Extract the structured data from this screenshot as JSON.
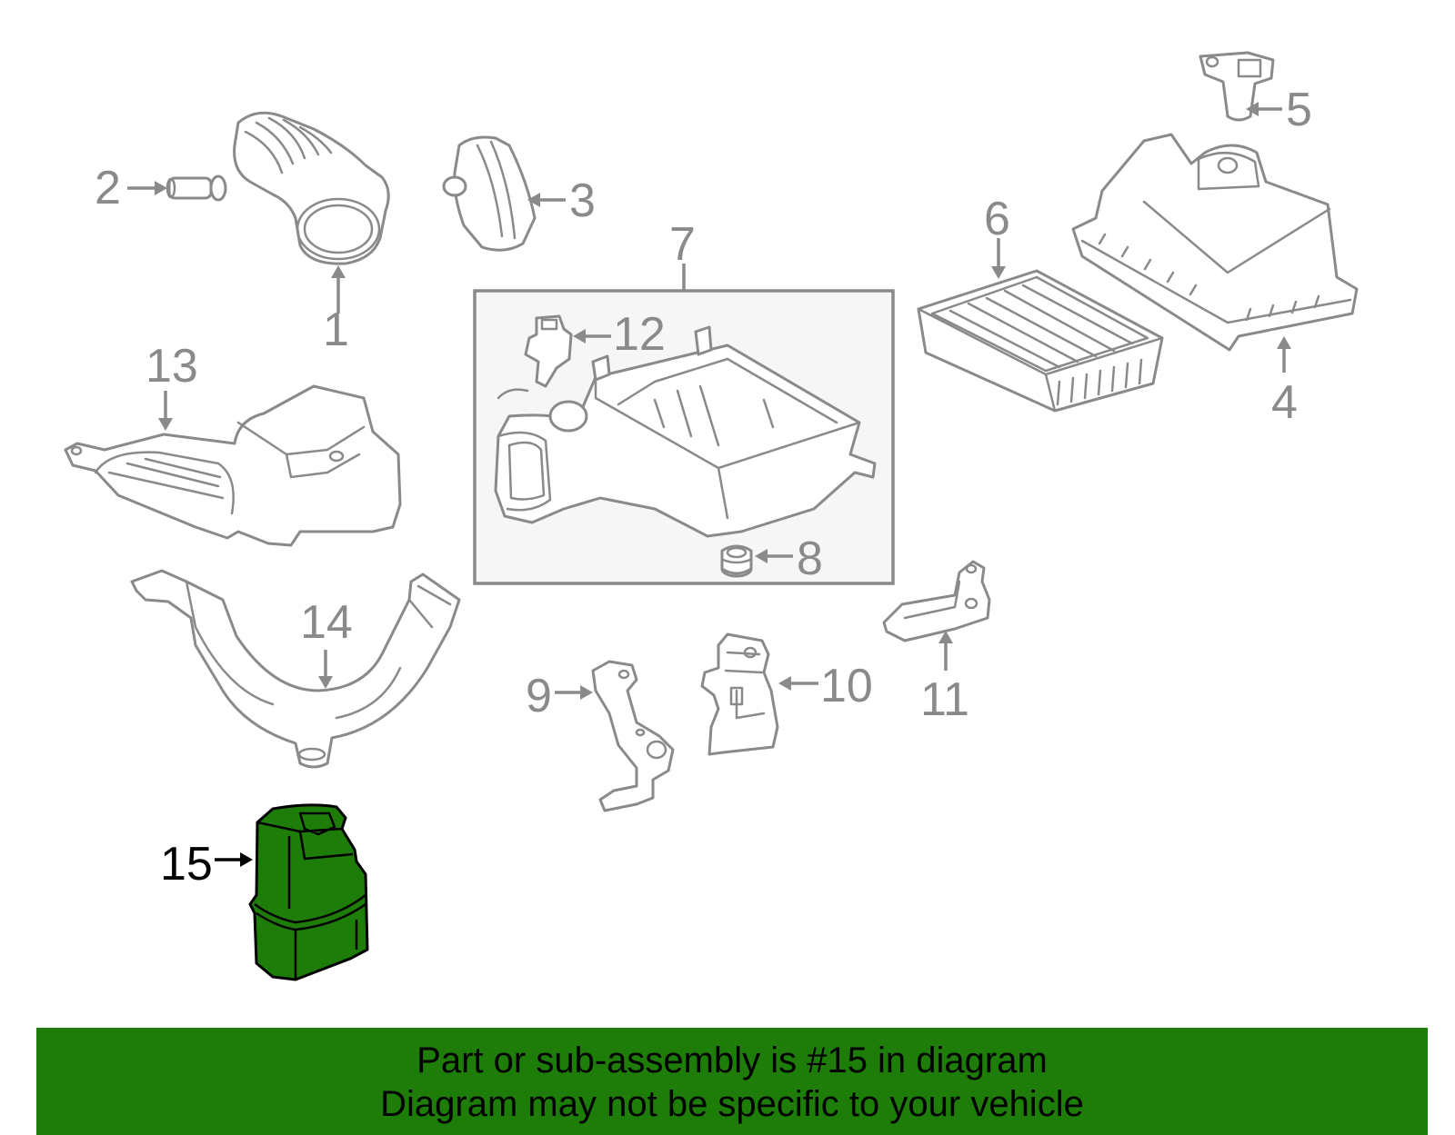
{
  "labels": {
    "p1": "1",
    "p2": "2",
    "p3": "3",
    "p4": "4",
    "p5": "5",
    "p6": "6",
    "p7": "7",
    "p8": "8",
    "p9": "9",
    "p10": "10",
    "p11": "11",
    "p12": "12",
    "p13": "13",
    "p14": "14",
    "p15": "15"
  },
  "highlight": {
    "part": "15",
    "color": "#1e7d09"
  },
  "banner": {
    "line1": "Part or sub-assembly is #15 in diagram",
    "line2": "Diagram may not be specific to your vehicle"
  }
}
